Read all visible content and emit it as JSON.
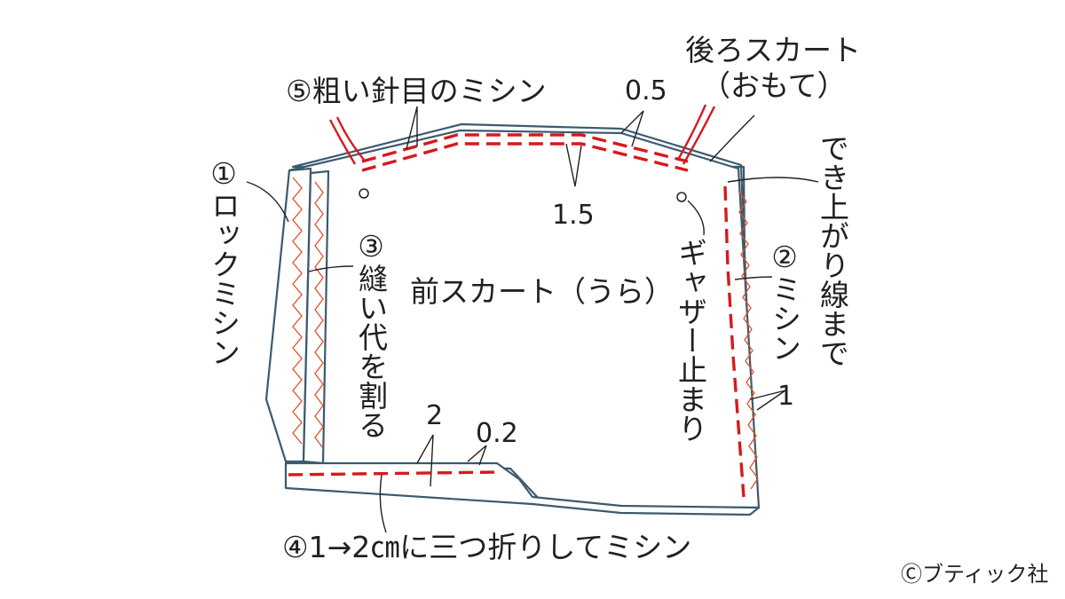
{
  "labels": {
    "back_skirt": "後ろスカート",
    "back_skirt_side": "（おもて）",
    "step5": "⑤粗い針目のミシン",
    "measure_05": "0.5",
    "measure_15": "1.5",
    "step1": "①ロックミシン",
    "step3": "③縫い代を割る",
    "front_skirt": "前スカート（うら）",
    "gather_stop": "ギャザー止まり",
    "step2": "②ミシン",
    "to_finish": "でき上がり線まで",
    "measure_1": "1",
    "measure_2": "2",
    "measure_02": "0.2",
    "step4": "④1→2㎝に三つ折りしてミシン",
    "copyright": "Ⓒブティック社"
  },
  "colors": {
    "stitch": "#d7191c",
    "fabric_outline": "#3c5a6e",
    "overlock": "#e2502a",
    "text": "#231f20"
  }
}
